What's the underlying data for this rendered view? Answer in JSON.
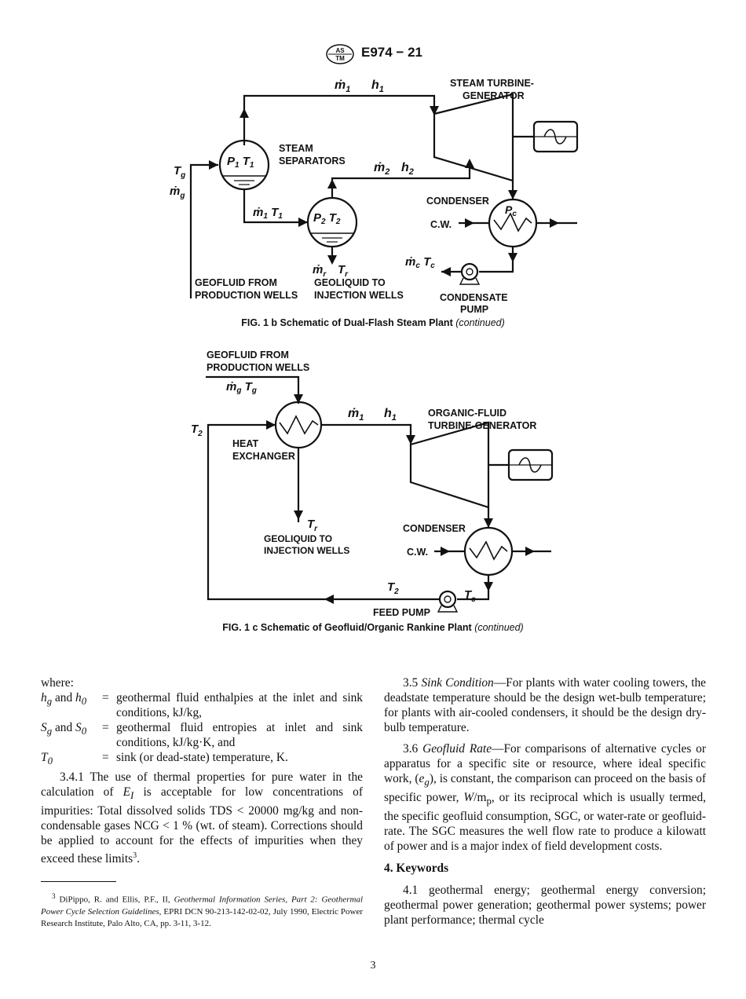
{
  "header": {
    "doc_number": "E974 − 21"
  },
  "fig_b": {
    "m1": "ṁ",
    "m1_sub": "1",
    "h1": "h",
    "h1_sub": "1",
    "turbine_label_1": "STEAM TURBINE-",
    "turbine_label_2": "GENERATOR",
    "separators_1": "STEAM",
    "separators_2": "SEPARATORS",
    "p1t1": "P",
    "tg": "T",
    "tg_sub": "g",
    "mg": "ṁ",
    "mg_sub": "g",
    "m2": "ṁ",
    "m2_sub": "2",
    "h2": "h",
    "h2_sub": "2",
    "condenser": "CONDENSER",
    "pc": "P",
    "pc_sub": "c",
    "cw": "C.W.",
    "m1t1": "ṁ",
    "p2t2": "P",
    "mr": "ṁ",
    "mr_sub": "r",
    "tr": "T",
    "tr_sub": "r",
    "mctc": "ṁ",
    "geofluid_1": "GEOFLUID FROM",
    "geofluid_2": "PRODUCTION WELLS",
    "geoliquid_1": "GEOLIQUID TO",
    "geoliquid_2": "INJECTION WELLS",
    "pump_1": "CONDENSATE",
    "pump_2": "PUMP",
    "caption": "FIG. 1 b Schematic of Dual-Flash Steam Plant",
    "caption_cont": "(continued)"
  },
  "fig_c": {
    "geofluid_1": "GEOFLUID FROM",
    "geofluid_2": "PRODUCTION WELLS",
    "mg": "ṁ",
    "mg_sub": "g",
    "tg": "T",
    "tg_sub": "g",
    "t2_left": "T",
    "t2_sub": "2",
    "m1": "ṁ",
    "m1_sub": "1",
    "h1": "h",
    "h1_sub": "1",
    "turbine_1": "ORGANIC-FLUID",
    "turbine_2": "TURBINE-GENERATOR",
    "hx_1": "HEAT",
    "hx_2": "EXCHANGER",
    "tr": "T",
    "tr_sub": "r",
    "geoliquid_1": "GEOLIQUID TO",
    "geoliquid_2": "INJECTION WELLS",
    "condenser": "CONDENSER",
    "cw": "C.W.",
    "t2_bottom": "T",
    "tc": "T",
    "tc_sub": "c",
    "feed_pump": "FEED PUMP",
    "caption": "FIG. 1 c Schematic of Geofluid/Organic Rankine Plant",
    "caption_cont": "(continued)"
  },
  "left_col": {
    "where": "where:",
    "defs": [
      {
        "sym_a": "h",
        "sub_a": "g",
        "mid": " and ",
        "sym_b": "h",
        "sub_b": "0",
        "eq": "=",
        "text": "geothermal fluid enthalpies at the inlet and sink conditions, kJ/kg,"
      },
      {
        "sym_a": "S",
        "sub_a": "g",
        "mid": " and ",
        "sym_b": "S",
        "sub_b": "0",
        "eq": "=",
        "text": "geothermal fluid entropies at inlet and sink conditions, kJ/kg·K, and"
      },
      {
        "sym_a": "T",
        "sub_a": "0",
        "mid": "",
        "sym_b": "",
        "sub_b": "",
        "eq": "=",
        "text": "sink (or dead-state) temperature, K."
      }
    ],
    "p341_a": "3.4.1 The use of thermal properties for pure water in the calculation of ",
    "p341_e": "E",
    "p341_esub": "I",
    "p341_b": " is acceptable for low concentrations of impurities: Total dissolved solids TDS < 20000 mg/kg and non-condensable gases NCG < 1 % (wt. of steam). Corrections should be applied to account for the effects of impurities when they exceed these limits",
    "p341_sup": "3",
    "p341_end": "."
  },
  "footnote": {
    "num": "3",
    "a": " DiPippo, R. and Ellis, P.F., II, ",
    "title": "Geothermal Information Series, Part 2: Geothermal Power Cycle Selection Guidelines",
    "b": ", EPRI DCN 90-213-142-02-02, July 1990, Electric Power Research Institute, Palo Alto, CA, pp. 3-11, 3-12."
  },
  "right_col": {
    "p35_num": "3.5 ",
    "p35_title": "Sink Condition",
    "p35_text": "—For plants with water cooling towers, the deadstate temperature should be the design wet-bulb temperature; for plants with air-cooled condensers, it should be the design dry-bulb temperature.",
    "p36_num": "3.6 ",
    "p36_title": "Geofluid Rate",
    "p36_a": "—For comparisons of alternative cycles or apparatus for a specific site or resource, where ideal specific work, (",
    "p36_eg": "e",
    "p36_egsub": "g",
    "p36_b": "), is constant, the comparison can proceed on the basis of specific power, ",
    "p36_w": "W",
    "p36_c": "/m",
    "p36_csub": "p",
    "p36_d": ", or its reciprocal which is usually termed, the specific geofluid consumption, SGC, or water-rate or geofluid-rate. The SGC measures the well flow rate to produce a kilowatt of power and is a major index of field development costs.",
    "section4": "4. Keywords",
    "p41": "4.1 geothermal energy; geothermal energy conversion; geothermal power generation; geothermal power systems; power plant performance; thermal cycle"
  },
  "page_number": "3"
}
